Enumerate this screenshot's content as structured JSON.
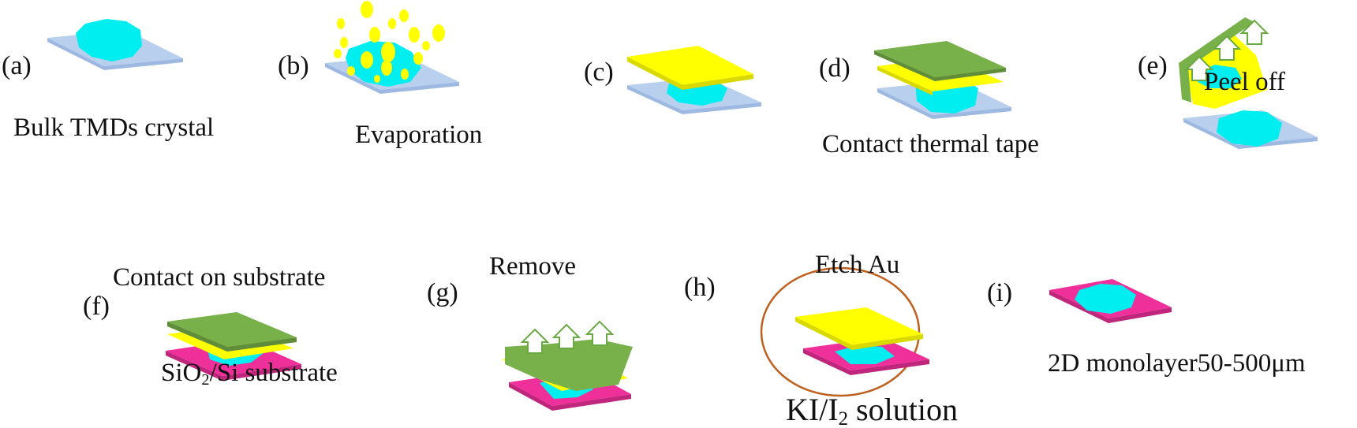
{
  "colors": {
    "substrate_blue": "#b8d0ee",
    "substrate_blue_edge": "#9db9e2",
    "sio2_pink": "#f0309a",
    "crystal_cyan": "#00eef0",
    "gold_yellow": "#ffff00",
    "tape_green": "#78b04a",
    "arrow_outline": "#6aa842",
    "circle_brown": "#c0601e"
  },
  "panels": {
    "a": {
      "tag": "(a)",
      "caption": "Bulk TMDs crystal"
    },
    "b": {
      "tag": "(b)",
      "caption": "Evaporation"
    },
    "c": {
      "tag": "(c)"
    },
    "d": {
      "tag": "(d)",
      "caption": "Contact thermal tape"
    },
    "e": {
      "tag": "(e)",
      "caption": "Peel off"
    },
    "f": {
      "tag": "(f)",
      "caption_top": "Contact on substrate",
      "caption_bottom_pre": "SiO",
      "caption_bottom_sub": "2",
      "caption_bottom_post": "/Si substrate"
    },
    "g": {
      "tag": "(g)",
      "caption": "Remove"
    },
    "h": {
      "tag": "(h)",
      "caption_top": "Etch Au",
      "caption_bottom_pre": "KI/I",
      "caption_bottom_sub": "2",
      "caption_bottom_post": " solution"
    },
    "i": {
      "tag": "(i)",
      "caption": "2D monolayer50-500μm"
    }
  }
}
